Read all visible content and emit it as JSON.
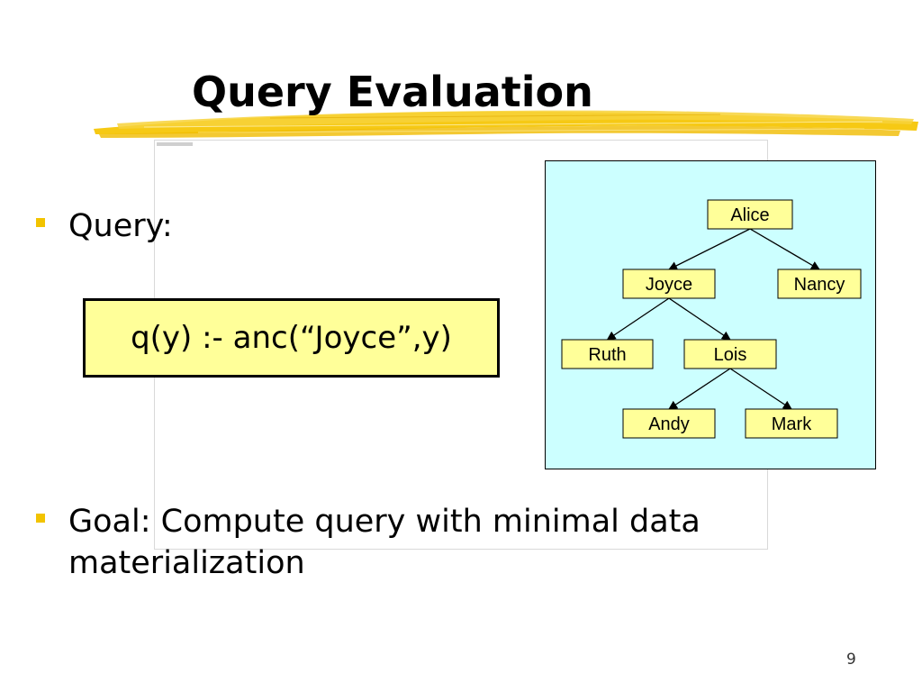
{
  "slide": {
    "title": "Query Evaluation",
    "page_number": "9",
    "accent_color": "#f2c300",
    "brush_color": "#f5c400"
  },
  "bullets": [
    {
      "text": "Query:"
    },
    {
      "text": "Goal: Compute query with minimal data materialization"
    }
  ],
  "query_box": {
    "text": "q(y) :- anc(“Joyce”,y)",
    "fill_color": "#ffff99"
  },
  "tree": {
    "background_color": "#ccffff",
    "node_fill_color": "#ffff99",
    "nodes": [
      {
        "id": "alice",
        "label": "Alice"
      },
      {
        "id": "joyce",
        "label": "Joyce"
      },
      {
        "id": "nancy",
        "label": "Nancy"
      },
      {
        "id": "ruth",
        "label": "Ruth"
      },
      {
        "id": "lois",
        "label": "Lois"
      },
      {
        "id": "andy",
        "label": "Andy"
      },
      {
        "id": "mark",
        "label": "Mark"
      }
    ],
    "edges": [
      {
        "from": "alice",
        "to": "joyce"
      },
      {
        "from": "alice",
        "to": "nancy"
      },
      {
        "from": "joyce",
        "to": "ruth"
      },
      {
        "from": "joyce",
        "to": "lois"
      },
      {
        "from": "lois",
        "to": "andy"
      },
      {
        "from": "lois",
        "to": "mark"
      }
    ]
  }
}
